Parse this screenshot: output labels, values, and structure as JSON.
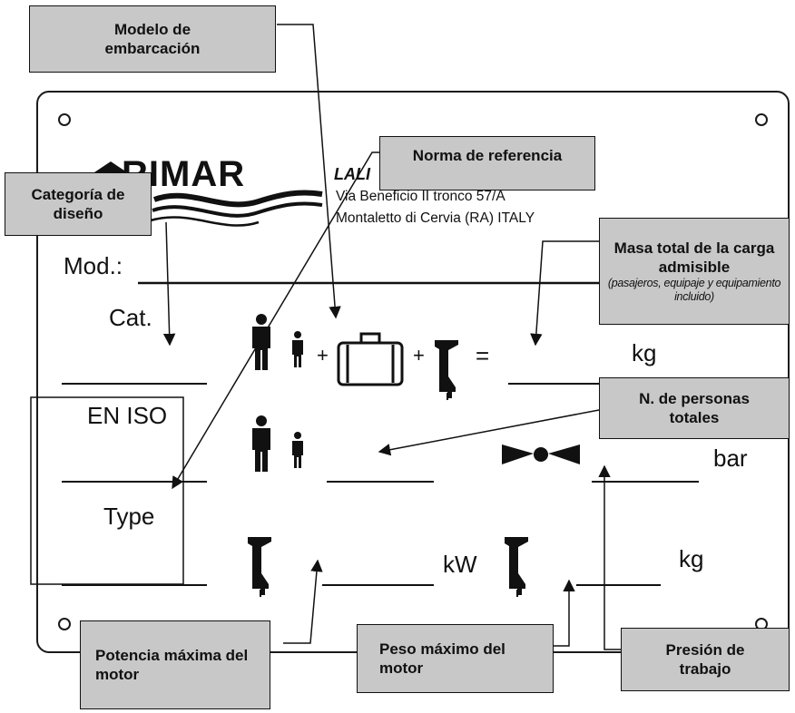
{
  "plate": {
    "brand": "RIMAR",
    "builder_name": "LALI",
    "address_line1": "Via Beneficio II tronco 57/A",
    "address_line2": "Montaletto di Cervia (RA) ITALY",
    "labels": {
      "model": "Mod.:",
      "category": "Cat.",
      "standard": "EN ISO",
      "type": "Type",
      "load_unit": "kg",
      "pressure_unit": "bar",
      "power_unit": "kW",
      "weight_unit": "kg",
      "plus": "+",
      "equals": "="
    }
  },
  "callouts": {
    "boat_model": "Modelo de embarcación",
    "reference_standard": "Norma de referencia",
    "design_category": "Categoría de diseño",
    "max_load_title": "Masa total de la carga admisible",
    "max_load_note": "(pasajeros, equipaje y equipamiento incluido)",
    "persons": "N. de personas totales",
    "max_power": "Potencia máxima del motor",
    "max_engine_weight": "Peso máximo del motor",
    "working_pressure": "Presión de trabajo"
  },
  "colors": {
    "callout_fill": "#c8c8c8",
    "ink": "#111111",
    "background": "#ffffff"
  },
  "icons": [
    "person-icon",
    "child-icon",
    "luggage-icon",
    "outboard-motor-icon",
    "pressure-valve-icon",
    "waves-logo-icon"
  ]
}
